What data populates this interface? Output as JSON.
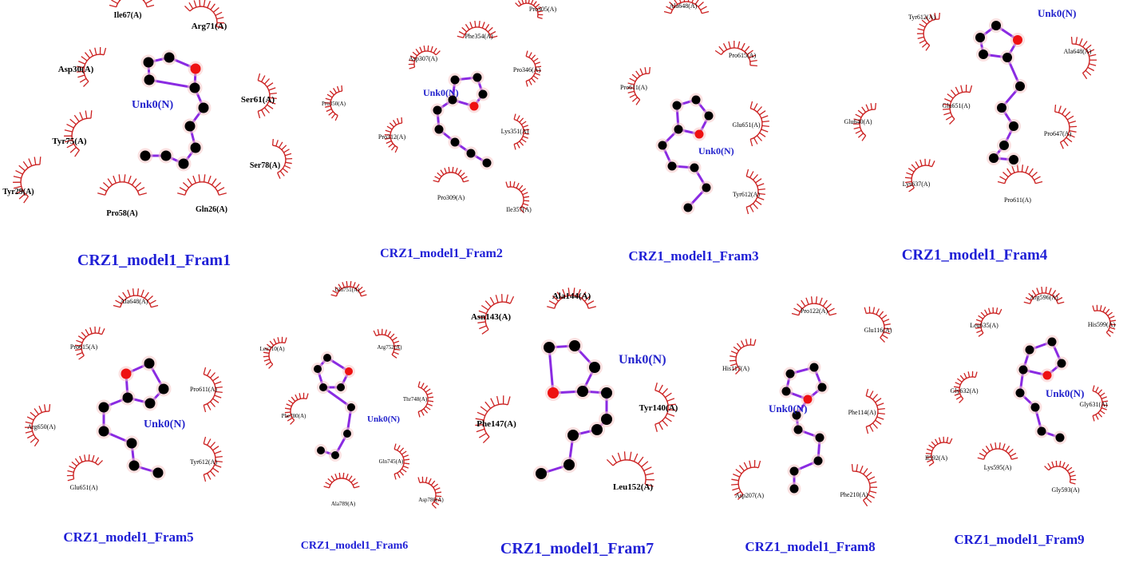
{
  "colors": {
    "arc": "#cc2222",
    "bond": "#8a2be2",
    "carbon": "#000000",
    "oxygen": "#ee1111",
    "ligand_label": "#2222cc",
    "caption": "#1f1fd6",
    "residue_label": "#000000"
  },
  "panels": [
    {
      "caption": "CRZ1_model1_Fram1",
      "ligand": "Unk0(N)",
      "residues": [
        "Ile67(A)",
        "Arg71(A)",
        "Asp30(A)",
        "Ser61(A)",
        "Tyr75(A)",
        "Ser78(A)",
        "Tyr29(A)",
        "Pro58(A)",
        "Gln26(A)"
      ]
    },
    {
      "caption": "CRZ1_model1_Fram2",
      "ligand": "Unk0(N)",
      "residues": [
        "Pro305(A)",
        "Phe354(A)",
        "Asp307(A)",
        "Pro346(A)",
        "Pro350(A)",
        "Lys351(A)",
        "Pro312(A)",
        "Pro309(A)",
        "Ile357(A)"
      ]
    },
    {
      "caption": "CRZ1_model1_Fram3",
      "ligand": "Unk0(N)",
      "residues": [
        "Ala648(A)",
        "Pro615(A)",
        "Pro611(A)",
        "Glu651(A)",
        "Tyr612(A)"
      ]
    },
    {
      "caption": "CRZ1_model1_Fram4",
      "ligand": "Unk0(N)",
      "residues": [
        "Tyr612(A)",
        "Ala648(A)",
        "Glu651(A)",
        "Glu640(A)",
        "Pro647(A)",
        "Lys637(A)",
        "Pro611(A)"
      ]
    },
    {
      "caption": "CRZ1_model1_Fram5",
      "ligand": "Unk0(N)",
      "residues": [
        "Ala648(A)",
        "Pro615(A)",
        "Pro611(A)",
        "Arg650(A)",
        "Tyr612(A)",
        "Glu651(A)"
      ]
    },
    {
      "caption": "CRZ1_model1_Fram6",
      "ligand": "Unk0(N)",
      "residues": [
        "Gln751(A)",
        "Leu710(A)",
        "Arg752(A)",
        "Thr748(A)",
        "Phe780(A)",
        "Gln745(A)",
        "Ala789(A)",
        "Asp786(A)"
      ]
    },
    {
      "caption": "CRZ1_model1_Fram7",
      "ligand": "Unk0(N)",
      "residues": [
        "Ala144(A)",
        "Asn143(A)",
        "Tyr140(A)",
        "Phe147(A)",
        "Leu152(A)"
      ]
    },
    {
      "caption": "CRZ1_model1_Fram8",
      "ligand": "Unk0(N)",
      "residues": [
        "Pro122(A)",
        "Glu116(A)",
        "His117(A)",
        "Phe114(A)",
        "Asp207(A)",
        "Phe210(A)"
      ]
    },
    {
      "caption": "CRZ1_model1_Fram9",
      "ligand": "Unk0(N)",
      "residues": [
        "Arg596(A)",
        "Leu635(A)",
        "His599(A)",
        "Gly632(A)",
        "Gly631(A)",
        "Il592(A)",
        "Lys595(A)",
        "Gly593(A)"
      ]
    }
  ]
}
